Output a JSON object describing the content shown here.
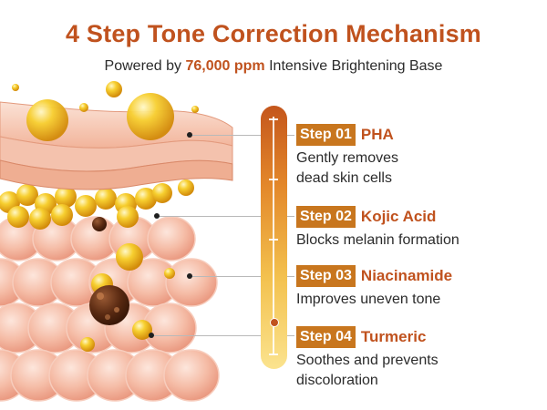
{
  "header": {
    "title": "4 Step Tone Correction Mechanism",
    "subtitle_prefix": "Powered by",
    "subtitle_highlight": "76,000 ppm",
    "subtitle_suffix": "Intensive Brightening Base"
  },
  "steps": [
    {
      "badge": "Step 01",
      "name": "PHA",
      "description": "Gently removes\ndead skin cells"
    },
    {
      "badge": "Step 02",
      "name": "Kojic Acid",
      "description": "Blocks melanin formation"
    },
    {
      "badge": "Step 03",
      "name": "Niacinamide",
      "description": "Improves uneven tone"
    },
    {
      "badge": "Step 04",
      "name": "Turmeric",
      "description": "Soothes and prevents\ndiscoloration"
    }
  ],
  "colors": {
    "accent": "#c0521e",
    "badge": "#c8761e",
    "bar_top": "#c4561c",
    "bar_bottom": "#fbe38e"
  }
}
